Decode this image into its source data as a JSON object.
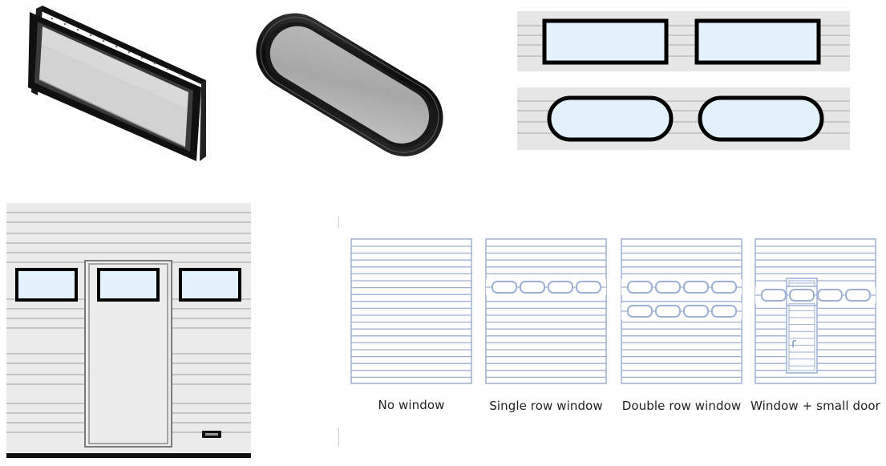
{
  "variants": {
    "items": [
      {
        "caption": "No window"
      },
      {
        "caption": "Single row window"
      },
      {
        "caption": "Double row window"
      },
      {
        "caption": "Window + small door"
      }
    ]
  },
  "colors": {
    "frame": "#0b0b0b",
    "glass": "#cfcfcf",
    "panel": "#e9e9e9",
    "blueprint": "#9fb1d6"
  }
}
